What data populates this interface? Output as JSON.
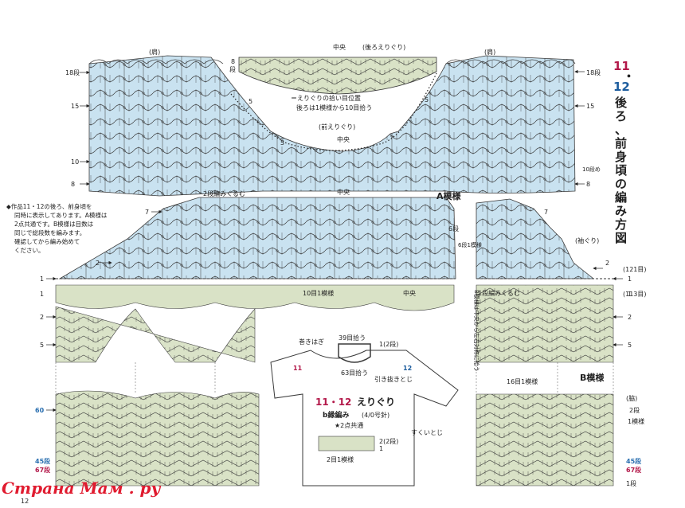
{
  "title": {
    "num_a": "11",
    "dot": "・",
    "num_b": "12",
    "text": "後ろ、前身頃の編み方図"
  },
  "back_neck": {
    "shoulder_left": "(肩)",
    "shoulder_right": "(肩)",
    "center": "中央",
    "back_neckline": "(後ろえりぐり)",
    "note_line1": "＝えりぐりの拾い目位置",
    "note_line2": "後ろは1模様から10目拾う",
    "front_neckline": "(前えりぐり)",
    "center2": "中央",
    "center3": "中央",
    "pattern_a": "A模様"
  },
  "row_labels_left": [
    "18段",
    "15",
    "10",
    "8"
  ],
  "row_labels_right": [
    "18段",
    "15",
    "10段め",
    "8"
  ],
  "small_marks": [
    "8",
    "段",
    "5",
    "5",
    "5",
    "5"
  ],
  "mid": {
    "row7_left": "7",
    "row7_right": "7",
    "row2_left": "2",
    "row2_right": "2",
    "row1_left": "1",
    "row1_right": "1",
    "two_rows_turn": "2段編みくるむ",
    "six_rows": "6段",
    "six_rows_one_pattern": "6段1模様",
    "armhole": "(袖ぐり)",
    "st121": "(121目)",
    "st113": "(113目)"
  },
  "note_block": [
    "◆作品11・12の後ろ、前身頃を",
    "同時に表示してあります。A模様は",
    "2点共通です。B模様は目数は",
    "同じで総段数を編みます。",
    "確認してから編み始めて",
    "ください。"
  ],
  "lower": {
    "ten_st_pattern": "10目1模様",
    "center_label": "中央",
    "one_row_wrap": "1段編みくるむ",
    "b_center_note": "B模様は中央から左右対称に拾う",
    "row2_left": "2",
    "row5_left": "5",
    "row1_left": "1",
    "row1_right": "1",
    "row2_right": "2",
    "row5_right": "5",
    "row60": "60",
    "row45": "45段",
    "row67": "67段",
    "row45_right": "45段",
    "row67_right": "67段",
    "rows_dan": "1段",
    "sixteen_st": "16目1模様",
    "pattern_b": "B模様",
    "side": "(脇)",
    "two_rows": "2段",
    "one_pattern": "1模様"
  },
  "neck_diagram": {
    "maki_hagi": "巻きはぎ",
    "pick39": "39目拾う",
    "rib12": "1(2段)",
    "pick63": "63目拾う",
    "hikinuki": "引き抜きとじ",
    "num11": "11",
    "num12": "12",
    "heading_num": "11・12",
    "heading_txt": "えりぐり",
    "edge_name": "b縁編み",
    "needle": "(4/0号針)",
    "common": "★2点共通",
    "row2": "2(2段)",
    "row1": "1",
    "two_st": "2目1模様",
    "sukui": "すくいとじ"
  },
  "watermark": "Страна Мам . ру",
  "page_num": "12",
  "colors": {
    "blue_fill": "#c9e2f0",
    "green_fill": "#d9e2c6",
    "line": "#3a3a3a",
    "accent_red": "#b3194a",
    "accent_blue": "#1d5d9e",
    "watermark_red": "#e01b2f"
  },
  "icons": [
    "arrow-left-icon",
    "arrow-right-icon",
    "x-stitch-icon",
    "chain-arc-icon"
  ]
}
